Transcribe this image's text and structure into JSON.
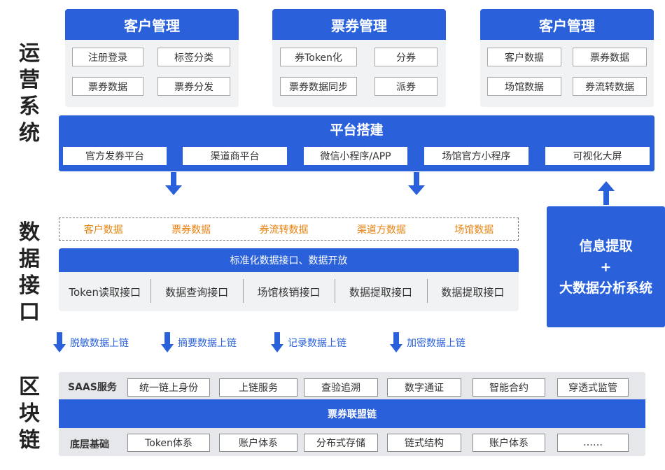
{
  "side_labels": {
    "ops": [
      "运",
      "营",
      "系",
      "统"
    ],
    "data": [
      "数",
      "据",
      "接",
      "口"
    ],
    "chain": [
      "区",
      "块",
      "链"
    ]
  },
  "modules": [
    {
      "title": "客户管理",
      "chips": [
        "注册登录",
        "标签分类",
        "票券数据",
        "票券分发"
      ]
    },
    {
      "title": "票券管理",
      "chips": [
        "券Token化",
        "分券",
        "票券数据同步",
        "派券"
      ]
    },
    {
      "title": "客户管理",
      "chips": [
        "客户数据",
        "票券数据",
        "场馆数据",
        "券流转数据"
      ]
    }
  ],
  "platform": {
    "title": "平台搭建",
    "items": [
      "官方发券平台",
      "渠道商平台",
      "微信小程序/APP",
      "场馆官方小程序",
      "可视化大屏"
    ]
  },
  "data_types": [
    "客户数据",
    "票券数据",
    "券流转数据",
    "渠道方数据",
    "场馆数据"
  ],
  "interface": {
    "title": "标准化数据接口、数据开放",
    "items": [
      "Token读取接口",
      "数据查询接口",
      "场馆核销接口",
      "数据提取接口",
      "数据提取接口"
    ]
  },
  "info_box": {
    "line1": "信息提取",
    "plus": "+",
    "line2": "大数据分析系统"
  },
  "chain_steps": [
    "脱敏数据上链",
    "摘要数据上链",
    "记录数据上链",
    "加密数据上链"
  ],
  "blockchain": {
    "saas_label": "SAAS服务",
    "saas_items": [
      "统一链上身份",
      "上链服务",
      "查验追溯",
      "数字通证",
      "智能合约",
      "穿透式监管"
    ],
    "band": "票券联盟链",
    "base_label": "底层基础",
    "base_items": [
      "Token体系",
      "账户体系",
      "分布式存储",
      "链式结构",
      "账户体系",
      "……"
    ]
  },
  "colors": {
    "primary": "#2a61db",
    "accent": "#e8820f",
    "panel": "#f1f2f4"
  }
}
